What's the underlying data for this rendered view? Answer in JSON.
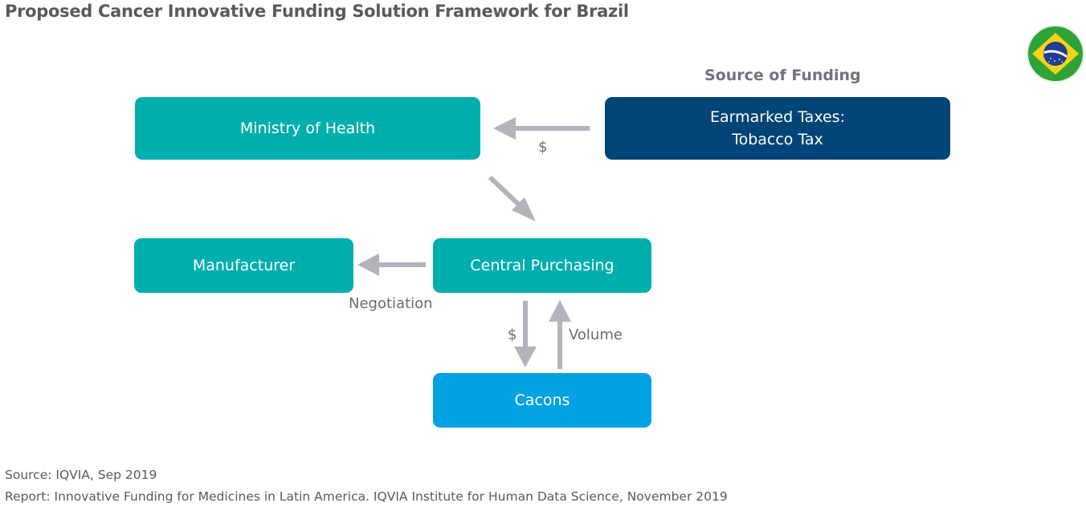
{
  "title": "Proposed Cancer Innovative Funding Solution Framework for Brazil",
  "source_heading": "Source of Funding",
  "nodes": {
    "ministry": "Ministry of Health",
    "earmarked_line1": "Earmarked Taxes:",
    "earmarked_line2": "Tobacco Tax",
    "manufacturer": "Manufacturer",
    "central": "Central Purchasing",
    "cacons": "Cacons"
  },
  "edge_labels": {
    "tax_to_ministry": "$",
    "central_to_manufacturer": "Negotiation",
    "central_to_cacons": "$",
    "cacons_to_central": "Volume"
  },
  "flag_icon": "brazil-flag-icon",
  "colors": {
    "teal": "#00aeae",
    "navy": "#014576",
    "blue": "#00a2e1",
    "arrow": "#b3b3bd"
  },
  "footer": {
    "source": "Source: IQVIA, Sep 2019",
    "report": "Report: Innovative Funding for Medicines in Latin America. IQVIA Institute for Human Data Science, November 2019"
  }
}
